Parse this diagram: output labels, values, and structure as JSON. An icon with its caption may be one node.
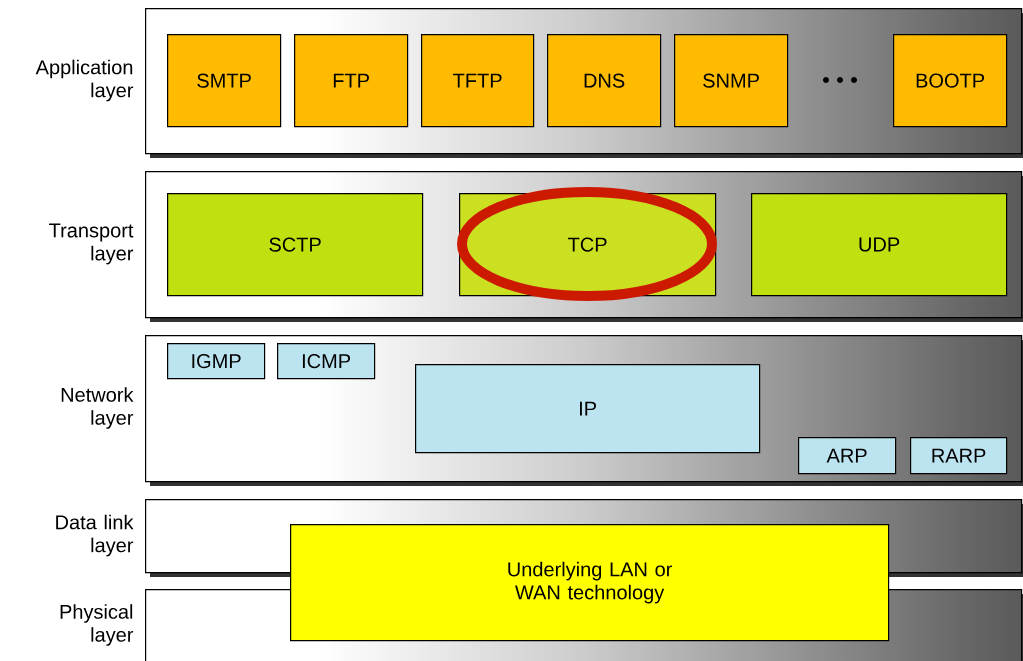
{
  "diagram": {
    "nodes": [
      {
        "text": [
          "Application layer"
        ]
      },
      {
        "text": [
          "SMTP"
        ],
        "in": 0
      },
      {
        "text": [
          "FTP"
        ],
        "in": 0
      },
      {
        "text": [
          "TFTP"
        ],
        "in": 0
      },
      {
        "text": [
          "DNS"
        ],
        "in": 0
      },
      {
        "text": [
          "SNMP"
        ],
        "in": 0
      },
      {
        "text": [
          "BOOTP"
        ],
        "in": 0
      },
      {
        "text": [
          "Transport layer"
        ]
      },
      {
        "text": [
          "SCTP"
        ],
        "in": 7
      },
      {
        "text": [
          "TCP"
        ],
        "in": 7
      },
      {
        "text": [
          "UDP"
        ],
        "in": 7
      },
      {
        "text": [
          "Network layer"
        ]
      },
      {
        "text": [
          "IGMP"
        ],
        "in": 11
      },
      {
        "text": [
          "ICMP"
        ],
        "in": 11
      },
      {
        "text": [
          "IP"
        ],
        "in": 11
      },
      {
        "text": [
          "ARP"
        ],
        "in": 11
      },
      {
        "text": [
          "RARP"
        ],
        "in": 11
      },
      {
        "text": [
          "Data link layer"
        ]
      },
      {
        "text": [
          "Underlying LAN or WAN technology"
        ]
      },
      {
        "text": [
          "Physical layer"
        ]
      }
    ]
  }
}
